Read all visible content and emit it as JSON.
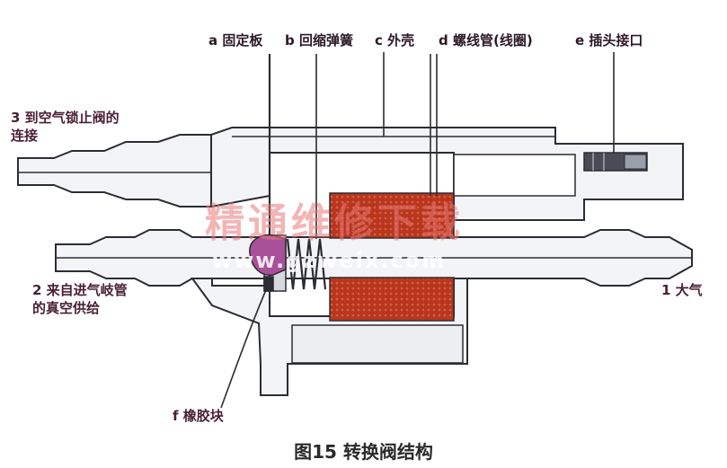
{
  "labels": {
    "a": "a 固定板",
    "b": "b 回缩弹簧",
    "c": "c 外壳",
    "d": "d 螺线管(线圈)",
    "e": "e 插头接口",
    "f": "f 橡胶块",
    "port3_line1": "3 到空气锁止阀的",
    "port3_line2": "连接",
    "port2_line1": "2 来自进气岐管",
    "port2_line2": "的真空供给",
    "port1": "1 大气"
  },
  "watermark": {
    "cn": "精通维修下载",
    "url": "www.gzweix.com"
  },
  "caption": "图15 转换阀结构",
  "colors": {
    "body_fill": "#f3f4f6",
    "outline": "#2c2c34",
    "coil": "#b8361e",
    "rubber": "#a8509a",
    "label_text": "#3a1f30",
    "watermark_red": "#e77878"
  }
}
